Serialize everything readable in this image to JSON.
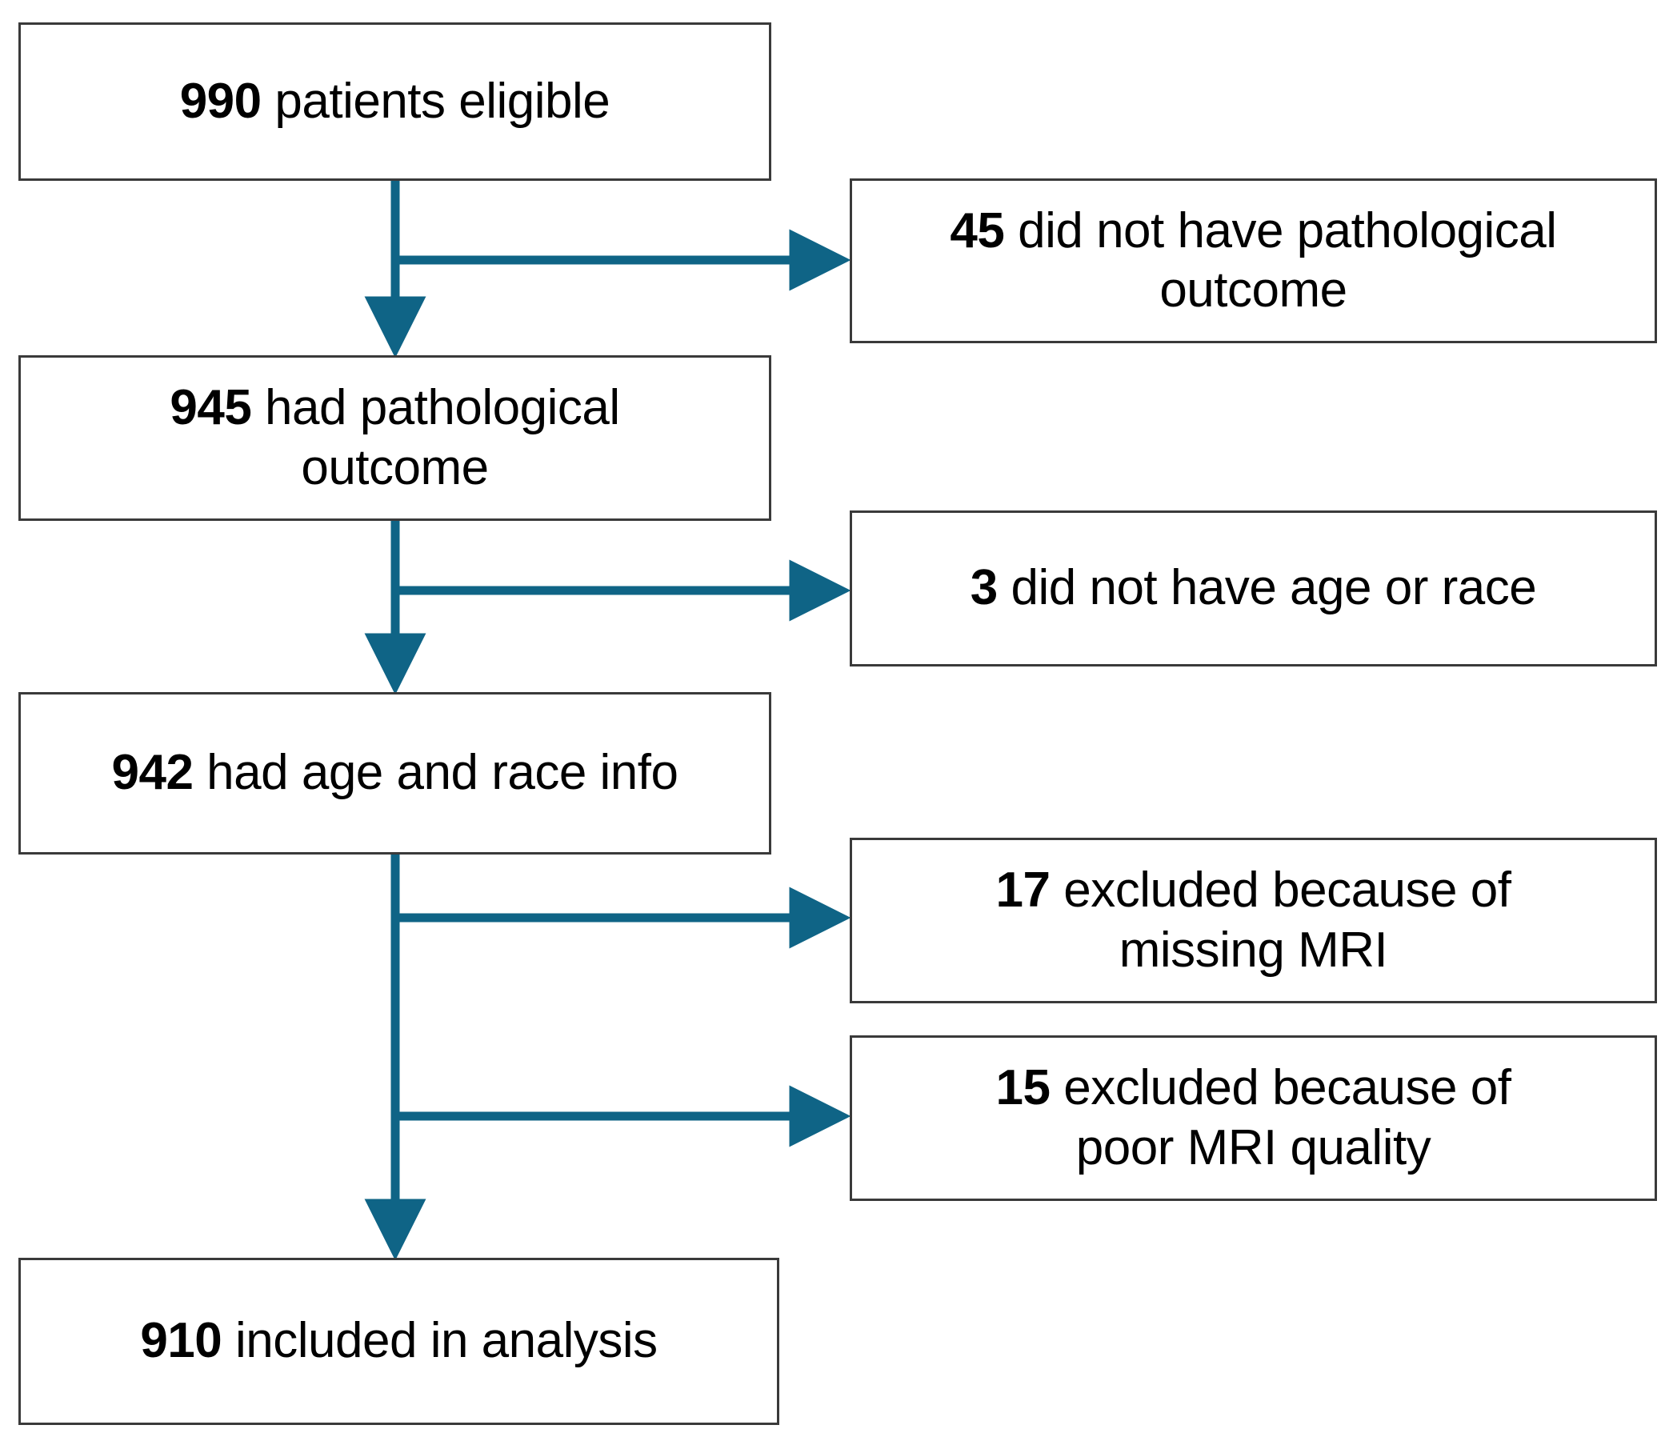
{
  "figure": {
    "type": "flowchart",
    "orientation": "vertical-with-right-exclusions",
    "colors": {
      "arrow": "#0F6486",
      "box_border": "#3a3a3a",
      "box_fill": "#FFFFFF",
      "text": "#000000"
    }
  },
  "nodes": {
    "eligible": {
      "count": "990",
      "label": "patients eligible",
      "text": "990 patients eligible"
    },
    "pathology": {
      "count": "945",
      "label": "had pathological outcome",
      "text": "945 had pathological\noutcome"
    },
    "age_race": {
      "count": "942",
      "label": "had age and race info",
      "text": "942 had age and race info"
    },
    "included": {
      "count": "910",
      "label": "included in analysis",
      "text": "910 included in analysis"
    }
  },
  "exclusions": {
    "no_pathology": {
      "count": "45",
      "label": "did not have pathological outcome",
      "text": "45 did not have pathological\noutcome"
    },
    "no_age_race": {
      "count": "3",
      "label": "did not have age or race",
      "text": "3 did not have age or race"
    },
    "missing_mri": {
      "count": "17",
      "label": "excluded because of missing MRI",
      "text": "17 excluded because of\nmissing MRI"
    },
    "poor_mri": {
      "count": "15",
      "label": "excluded because of poor MRI quality",
      "text": "15 excluded because of\npoor MRI quality"
    }
  },
  "flow": [
    {
      "from": "eligible",
      "to": "pathology",
      "excluded": "no_pathology"
    },
    {
      "from": "pathology",
      "to": "age_race",
      "excluded": "no_age_race"
    },
    {
      "from": "age_race",
      "to": "included",
      "excluded": "missing_mri"
    },
    {
      "from": "age_race",
      "to": "included",
      "excluded": "poor_mri"
    }
  ]
}
